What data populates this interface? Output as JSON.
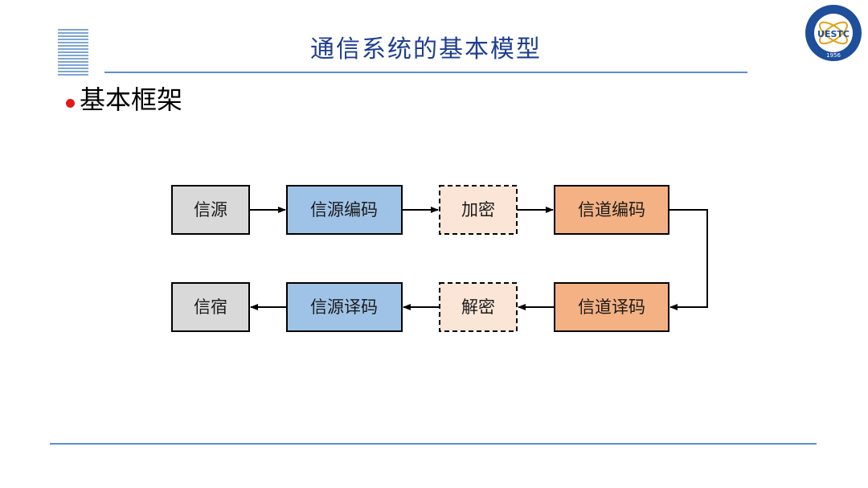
{
  "slide": {
    "title": "通信系统的基本模型",
    "bullet": "基本框架"
  },
  "logo": {
    "text": "UESTC",
    "year": "1956"
  },
  "diagram": {
    "row1": [
      "信源",
      "信源编码",
      "加密",
      "信道编码"
    ],
    "row2": [
      "信宿",
      "信源译码",
      "解密",
      "信道译码"
    ]
  },
  "colors": {
    "gray": "#d9d9d9",
    "blue": "#9fc3e7",
    "peach": "#fbe5d6",
    "orange": "#f4b183",
    "accent": "#5b8fd0",
    "title": "#1f3f8f"
  }
}
